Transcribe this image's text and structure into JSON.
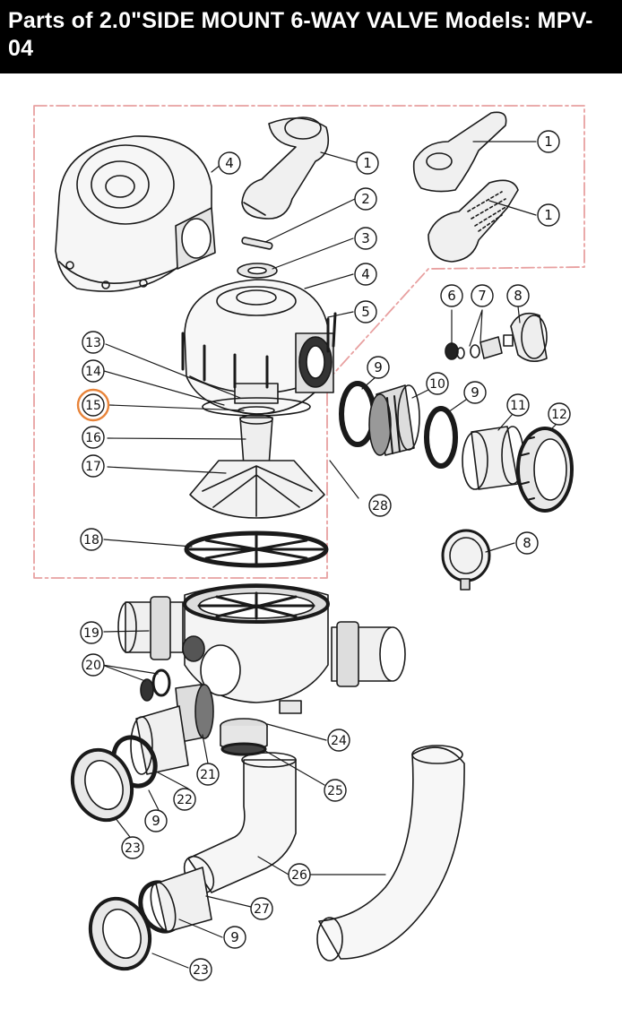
{
  "header": {
    "title": "Parts of 2.0\"SIDE MOUNT 6-WAY VALVE Models: MPV-04"
  },
  "colors": {
    "header_bg": "#000000",
    "header_text": "#ffffff",
    "group_border": "#e8a0a0",
    "highlight_ring": "#e8843a",
    "line": "#1a1a1a"
  },
  "callouts": [
    {
      "part": "1",
      "label": "1"
    },
    {
      "part": "1",
      "label": "1"
    },
    {
      "part": "1",
      "label": "1"
    },
    {
      "part": "2",
      "label": "2"
    },
    {
      "part": "3",
      "label": "3"
    },
    {
      "part": "4",
      "label": "4"
    },
    {
      "part": "4",
      "label": "4"
    },
    {
      "part": "5",
      "label": "5"
    },
    {
      "part": "6",
      "label": "6"
    },
    {
      "part": "7",
      "label": "7"
    },
    {
      "part": "8",
      "label": "8"
    },
    {
      "part": "8",
      "label": "8"
    },
    {
      "part": "9",
      "label": "9"
    },
    {
      "part": "9",
      "label": "9"
    },
    {
      "part": "9",
      "label": "9"
    },
    {
      "part": "9",
      "label": "9"
    },
    {
      "part": "10",
      "label": "10"
    },
    {
      "part": "11",
      "label": "11"
    },
    {
      "part": "12",
      "label": "12"
    },
    {
      "part": "13",
      "label": "13"
    },
    {
      "part": "14",
      "label": "14"
    },
    {
      "part": "15",
      "label": "15",
      "highlighted": true
    },
    {
      "part": "16",
      "label": "16"
    },
    {
      "part": "17",
      "label": "17"
    },
    {
      "part": "18",
      "label": "18"
    },
    {
      "part": "19",
      "label": "19"
    },
    {
      "part": "20",
      "label": "20"
    },
    {
      "part": "21",
      "label": "21"
    },
    {
      "part": "22",
      "label": "22"
    },
    {
      "part": "23",
      "label": "23"
    },
    {
      "part": "23",
      "label": "23"
    },
    {
      "part": "24",
      "label": "24"
    },
    {
      "part": "25",
      "label": "25"
    },
    {
      "part": "26",
      "label": "26"
    },
    {
      "part": "27",
      "label": "27"
    },
    {
      "part": "28",
      "label": "28"
    }
  ]
}
